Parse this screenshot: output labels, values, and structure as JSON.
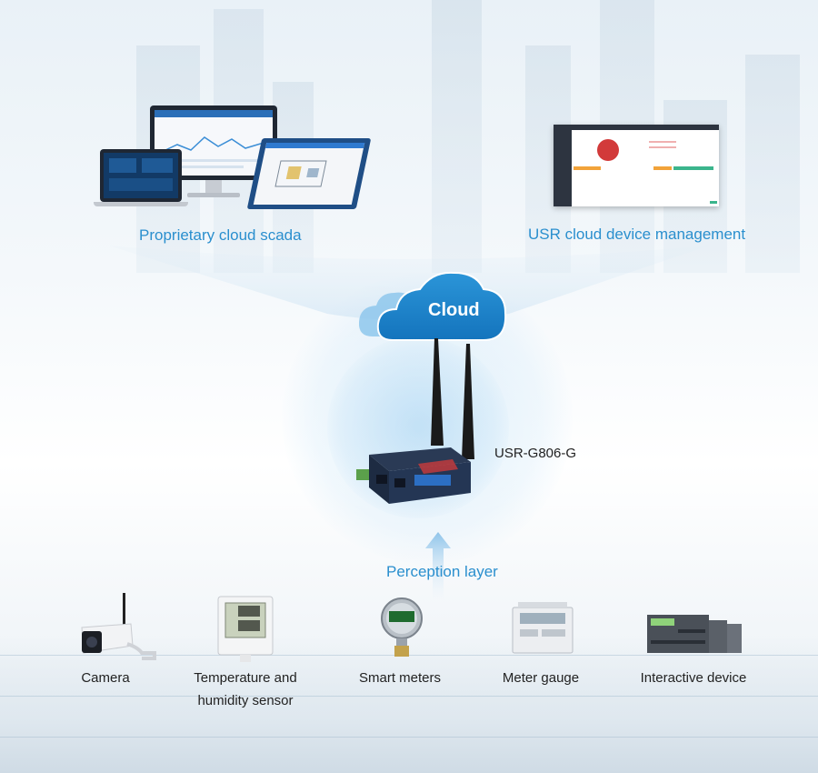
{
  "cloud": {
    "label": "Cloud"
  },
  "gateway": {
    "label": "USR-G806-G"
  },
  "platforms": [
    {
      "label": "Proprietary cloud scada"
    },
    {
      "label": "USR cloud device management"
    }
  ],
  "perception": {
    "label": "Perception layer"
  },
  "devices": [
    {
      "label": "Camera",
      "icon": "camera-icon"
    },
    {
      "label": "Temperature and humidity sensor",
      "line1": "Temperature and",
      "line2": "humidity sensor",
      "icon": "thermometer-icon"
    },
    {
      "label": "Smart meters",
      "icon": "gauge-icon"
    },
    {
      "label": "Meter gauge",
      "icon": "meter-icon"
    },
    {
      "label": "Interactive device",
      "icon": "plc-icon"
    }
  ],
  "colors": {
    "accent": "#2a8fce",
    "cloud": "#1e86cc",
    "glow": "#cfe6f6"
  }
}
